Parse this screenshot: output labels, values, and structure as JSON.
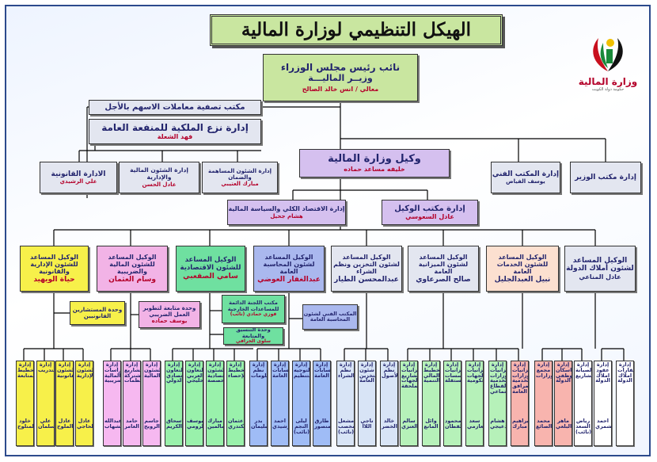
{
  "colors": {
    "green": "#c9e6a0",
    "yellow": "#f7f04a",
    "pink": "#f2b3e6",
    "teal": "#6fe0a0",
    "periwinkle": "#aab8ee",
    "grey": "#e3e6f0",
    "lilac": "#d5c0ef",
    "peach": "#fce0d0",
    "violet": "#f6b8f0",
    "lime": "#99f1ab",
    "sky": "#9fbcf6",
    "light": "#d8e4f6",
    "mint": "#b6f1b9",
    "salmon": "#f8b4ae",
    "white": "#ffffff"
  },
  "title": "الهيكل التنظيمي لوزارة المالية",
  "logo": {
    "text": "وزارة المالية",
    "subtext": "حكومة دولة الكويت"
  },
  "minister": {
    "line1": "نائب رئيس مجلس الوزراء",
    "line2": "وزيــر الماليـــة",
    "name": "معالي / انس خالد الصالح"
  },
  "stocks_office": "مكتب تصفية معاملات الاسهم بالأجل",
  "expropriation": {
    "title": "إدارة نزع الملكية للمنفعة العامة",
    "name": "فهد الشعلة"
  },
  "undersecretary": {
    "title": "وكيل وزارة المالية",
    "name": "خليفه مساعد حماده"
  },
  "tech_office": {
    "title": "إدارة المكتب الفني",
    "name": "يوسف الفياض"
  },
  "minister_office": {
    "title": "إدارة مكتب الوزير"
  },
  "left_depts": [
    {
      "title": "الادارة القانونية",
      "name": "علي الرشيدي"
    },
    {
      "title": "إدارة الشئون المالية والإدارية",
      "name": "عادل الحسن"
    },
    {
      "title": "إدارة الشئون المساهمة والضمان",
      "name": "مبارك العتيبي"
    }
  ],
  "macro": {
    "title": "إدارة الاقتصاد الكلي والسياسة المالية",
    "name": "هشام جحيل"
  },
  "us_office": {
    "title": "إدارة مكتب الوكيل",
    "name": "عادل السعوسي"
  },
  "assistants": [
    {
      "title": "الوكيل المساعد للشئون الإدارية والقانونية",
      "name": "حياة الويهيد"
    },
    {
      "title": "الوكيل المساعد للشئون المالية والضريبية",
      "name": "وسام العثمان"
    },
    {
      "title": "الوكيل المساعد للشئون الاقتصادية",
      "name": "سامي الصقعبي"
    },
    {
      "title": "الوكيل المساعد لشئون المحاسبة العامة",
      "name": "عبدالغفار العوضي"
    },
    {
      "title": "الوكيل المساعد لشئون التخزين ونظم الشراء",
      "name": "عبدالمحسن الطيار"
    },
    {
      "title": "الوكيل المساعد لشئون الميزانية العامة",
      "name": "صالح الصرعاوي"
    },
    {
      "title": "الوكيل المساعد للشئون الخدمات العامة",
      "name": "نبيل العبدالجليل"
    },
    {
      "title": "الوكيل المساعد لشئون أملاك الدولة",
      "name": "عادل المناعي"
    }
  ],
  "units": [
    {
      "title": "وحدة المستشارين القانونيين",
      "name": ""
    },
    {
      "title": "وحدة متابعة لتطوير العمل الضريبي",
      "name": "يوسف حماده"
    },
    {
      "title": "مكتب اللجنة الدائمة للمساعدات الخارجية",
      "name": "فوزي حمادي (نائب)"
    },
    {
      "title": "وحدة التنسيق والمتابعة",
      "name": "سلوى الخرافي"
    },
    {
      "title": "المكتب الفني لشئون المحاسبة العامة",
      "name": ""
    }
  ],
  "leaves": [
    {
      "title": "إدارة التخطيط والمتابعة",
      "name": "خلود المنلوح"
    },
    {
      "title": "إدارة التدريب",
      "name": "علي سلمان"
    },
    {
      "title": "إدارة الشئون القانونية",
      "name": "عادل الملوح"
    },
    {
      "title": "إدارة الشئون الإدارية",
      "name": "عادل الحاجي"
    },
    {
      "title": "إدارة الدراسات المالية والضريبية",
      "name": "عبدالله الشهاب"
    },
    {
      "title": "إدارة المشاريع المشتركة والمنظمات",
      "name": "حامد العامر"
    },
    {
      "title": "إدارة الشئون المالية",
      "name": "جاسم الرويح"
    },
    {
      "title": "إدارة التعاون الاقتصادي الدولي",
      "name": "اسحاق عبدالكريم"
    },
    {
      "title": "إدارة التعاون العربي والخليجي",
      "name": "يوسف الرومي"
    },
    {
      "title": "إدارة الشئون الاقتصادية المتخصصة",
      "name": "مبارك سالمين"
    },
    {
      "title": "إدارة التخطيط والإحصاء",
      "name": "عثمان الكندري"
    },
    {
      "title": "إدارة نظم المعلومات",
      "name": "بدر السليمان"
    },
    {
      "title": "إدارة الحسابات العامة",
      "name": "احمد الرشيدي"
    },
    {
      "title": "إدارة التوجيه والتنظيم",
      "name": "ليلى النجم (نائب)"
    },
    {
      "title": "إدارة الحسابات العامة",
      "name": "طارق المنصور"
    },
    {
      "title": "إدارة نظم الشراء",
      "name": "مشعل المخصب (نائب)"
    },
    {
      "title": "إدارة شئون التخزين العامة",
      "name": "ناجي اللاا"
    },
    {
      "title": "إدارة نظم الأصول",
      "name": "خالد الخضر"
    },
    {
      "title": "إدارة ميزانيات المشاريع والجهات الملحقة",
      "name": "سالم العنزي"
    },
    {
      "title": "إدارة التخطيط المالي والتنمية",
      "name": "وائل المانع"
    },
    {
      "title": "إدارة ميزانيات المؤسسات المستقلة",
      "name": "محمود القطان"
    },
    {
      "title": "إدارة ميزانيات الجهات الحكومية",
      "name": "سعد العازمي"
    },
    {
      "title": "إدارة ميزانيات الوزارات الخدمية والقطاع الاجتماعي",
      "name": "هشام الدعيجي"
    },
    {
      "title": "إدارة ميزانيات الوزارات الخدمية والمرافق العامة",
      "name": "ابراهيم مبارك"
    },
    {
      "title": "إدارة مجمع الوزارات",
      "name": "محمد الصائغ"
    },
    {
      "title": "إدارة اسكان موظفي الدولة",
      "name": "ماهر البلعي"
    },
    {
      "title": "إدارة الصيانة والمشاريع",
      "name": "رياض السعد (نائب)"
    },
    {
      "title": "إدارة عقود املاك الدولة",
      "name": "احمد الشمري"
    },
    {
      "title": "إدارة عقارات املاك الدولة",
      "name": ""
    }
  ]
}
